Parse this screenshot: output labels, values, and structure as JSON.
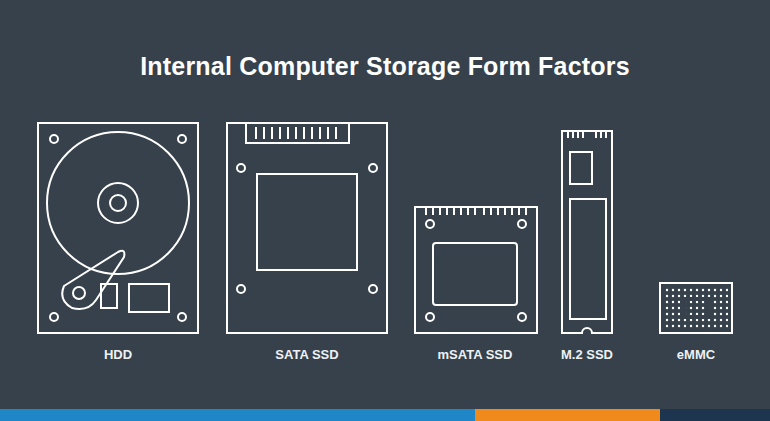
{
  "diagram": {
    "title": "Internal Computer Storage Form Factors",
    "labels": [
      "HDD",
      "SATA SSD",
      "mSATA SSD",
      "M.2 SSD",
      "eMMC"
    ]
  }
}
